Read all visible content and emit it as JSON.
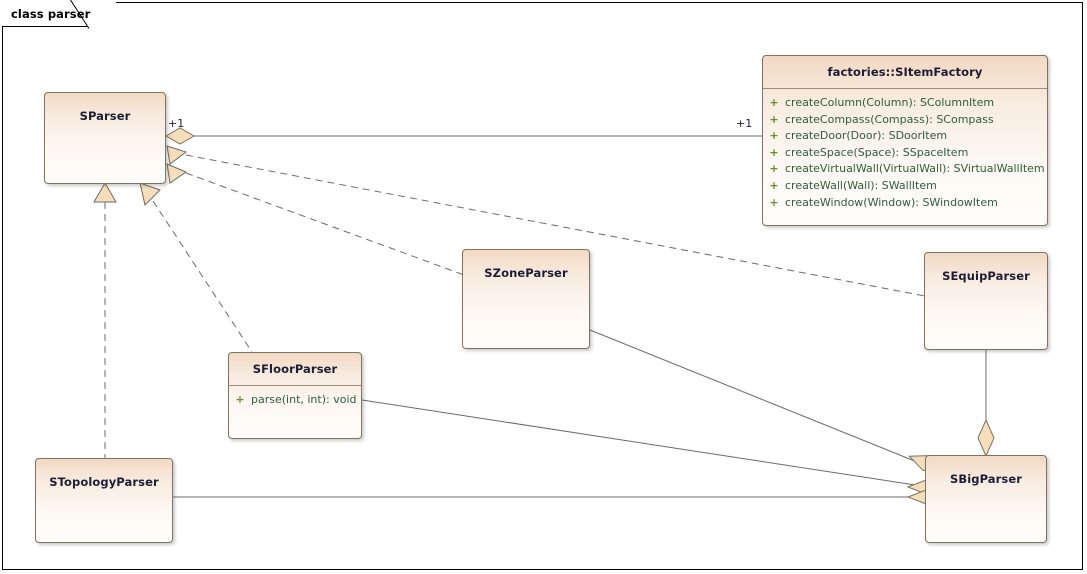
{
  "diagram": {
    "frame_label": "class parser",
    "kind": "uml-class-diagram",
    "colors": {
      "box_border": "#7c7361",
      "box_fill_top": "#f2d9c2",
      "box_fill_bottom": "#fffdfa",
      "connector": "#6b6b6b",
      "adornment_fill": "#f5deb9",
      "adornment_border": "#7a7264",
      "title_text": "#1d1d33",
      "member_text": "#2f5d3f",
      "visibility_text": "#6b8c2a",
      "frame_border": "#000000"
    }
  },
  "classes": [
    {
      "id": "sparser",
      "name": "SParser",
      "members": []
    },
    {
      "id": "sitemfactory",
      "name": "factories::SItemFactory",
      "members": [
        {
          "visibility": "+",
          "signature": "createColumn(Column): SColumnItem"
        },
        {
          "visibility": "+",
          "signature": "createCompass(Compass): SCompass"
        },
        {
          "visibility": "+",
          "signature": "createDoor(Door): SDoorItem"
        },
        {
          "visibility": "+",
          "signature": "createSpace(Space): SSpaceItem"
        },
        {
          "visibility": "+",
          "signature": "createVirtualWall(VirtualWall): SVirtualWallItem"
        },
        {
          "visibility": "+",
          "signature": "createWall(Wall): SWallItem"
        },
        {
          "visibility": "+",
          "signature": "createWindow(Window): SWindowItem"
        }
      ]
    },
    {
      "id": "szoneparser",
      "name": "SZoneParser",
      "members": []
    },
    {
      "id": "sequipparser",
      "name": "SEquipParser",
      "members": []
    },
    {
      "id": "sfloorparser",
      "name": "SFloorParser",
      "members": [
        {
          "visibility": "+",
          "signature": "parse(int, int): void"
        }
      ]
    },
    {
      "id": "stopologyparser",
      "name": "STopologyParser",
      "members": []
    },
    {
      "id": "sbigparser",
      "name": "SBigParser",
      "members": []
    }
  ],
  "multiplicities": [
    {
      "id": "mult-sparser-end",
      "text": "+1"
    },
    {
      "id": "mult-factory-end",
      "text": "+1"
    }
  ],
  "relationships": [
    {
      "id": "rel-sparser-factory",
      "type": "aggregation",
      "from": "sparser",
      "to": "sitemfactory",
      "style": "solid"
    },
    {
      "id": "rel-szoneparser-sparser",
      "type": "generalization",
      "from": "szoneparser",
      "to": "sparser",
      "style": "dashed"
    },
    {
      "id": "rel-sequipparser-sparser",
      "type": "generalization",
      "from": "sequipparser",
      "to": "sparser",
      "style": "dashed"
    },
    {
      "id": "rel-stopologyparser-sparser",
      "type": "generalization",
      "from": "stopologyparser",
      "to": "sparser",
      "style": "dashed"
    },
    {
      "id": "rel-sfloorparser-sparser",
      "type": "generalization",
      "from": "sfloorparser",
      "to": "sparser",
      "style": "dashed"
    },
    {
      "id": "rel-szoneparser-sbigparser",
      "type": "aggregation",
      "from": "sbigparser",
      "to": "szoneparser",
      "style": "solid"
    },
    {
      "id": "rel-sfloorparser-sbigparser",
      "type": "aggregation",
      "from": "sbigparser",
      "to": "sfloorparser",
      "style": "solid"
    },
    {
      "id": "rel-stopologyparser-sbigparser",
      "type": "aggregation",
      "from": "sbigparser",
      "to": "stopologyparser",
      "style": "solid"
    },
    {
      "id": "rel-sequipparser-sbigparser",
      "type": "aggregation",
      "from": "sbigparser",
      "to": "sequipparser",
      "style": "solid"
    }
  ]
}
